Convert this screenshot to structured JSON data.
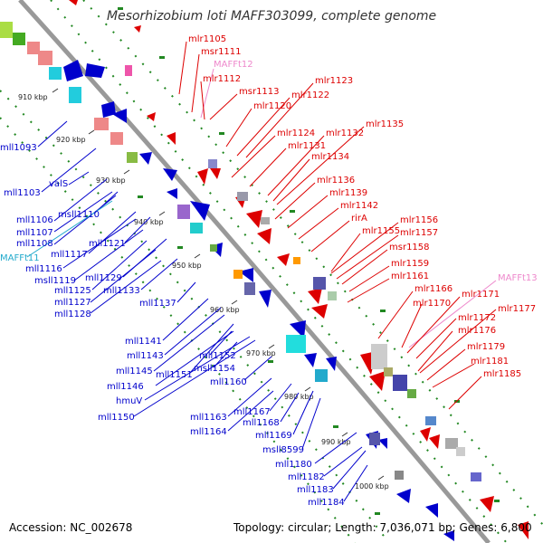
{
  "title": "Mesorhizobium loti MAFF303099, complete genome",
  "footer": {
    "accession": "Accession: NC_002678",
    "topology": "Topology: circular; Length: 7,036,071 bp; Genes: 6,800"
  },
  "ticks": [
    "910 kbp",
    "920 kbp",
    "930 kbp",
    "940 kbp",
    "950 kbp",
    "960 kbp",
    "970 kbp",
    "980 kbp",
    "990 kbp",
    "1000 kbp"
  ],
  "colors": {
    "forward": "#dd0000",
    "reverse": "#0000cc",
    "rna_pink": "#ee88cc",
    "rna_cyan": "#22aacc",
    "backbone": "#999999",
    "track": "#228822"
  },
  "forward_labels": [
    "mlr1105",
    "msr1111",
    "MAFFt12",
    "mlr1112",
    "msr1113",
    "mlr1120",
    "mlr1122",
    "mlr1123",
    "mlr1124",
    "mlr1131",
    "mlr1132",
    "mlr1134",
    "mlr1135",
    "mlr1136",
    "mlr1139",
    "mlr1142",
    "rirA",
    "mlr1155",
    "mlr1156",
    "mlr1157",
    "msr1158",
    "mlr1159",
    "mlr1161",
    "MAFFt13",
    "mlr1166",
    "mlr1170",
    "mlr1171",
    "mlr1172",
    "mlr1176",
    "mlr1177",
    "mlr1179",
    "mlr1181",
    "mlr1185"
  ],
  "reverse_labels": [
    "mll1093",
    "valS",
    "mll1103",
    "mll1106",
    "msll1110",
    "mll1107",
    "mll1108",
    "MAFFt11",
    "mll1117",
    "mll1121",
    "mll1116",
    "msll1119",
    "mll1125",
    "mll1129",
    "mll1127",
    "mll1133",
    "mll1128",
    "mll1137",
    "mll1141",
    "mll1143",
    "mll1152",
    "mll1145",
    "msll1154",
    "mll1151",
    "mll1146",
    "mll1160",
    "hmuV",
    "mll1150",
    "mll1167",
    "mll1163",
    "mll1168",
    "mll1164",
    "mll1169",
    "msll8599",
    "mll1180",
    "mll1182",
    "mll1183",
    "mll1184"
  ]
}
